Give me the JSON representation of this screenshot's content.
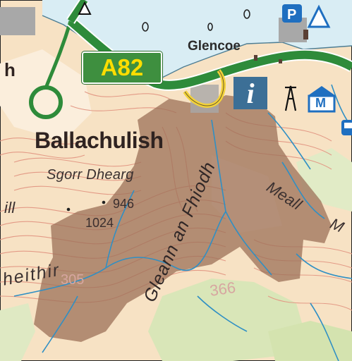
{
  "map": {
    "labels": {
      "town": "Ballachulish",
      "village": "Glencoe",
      "hill": "Sgorr Dhearg",
      "valley": "Gleann an Fhiodh",
      "ridge_right": "Meall",
      "edge_right": "M",
      "edge_left_top": "h",
      "edge_left_mid": "ill",
      "edge_left_low": "heithir",
      "spot_height_1": "946",
      "spot_height_2": "1024",
      "contour_1": "305",
      "contour_2": "366"
    },
    "road": {
      "number": "A82"
    },
    "symbols": {
      "info": "i",
      "museum": "M",
      "icons": [
        "tourist-information-icon",
        "museum-icon",
        "transmitter-icon",
        "parking-icon",
        "bus-icon",
        "viewpoint-icon"
      ]
    },
    "colors": {
      "background": "#f7e2c4",
      "water": "#d9edf4",
      "woodland": "#d9e6b8",
      "relief_shading": "#9c7058",
      "contour": "#e39a86",
      "stream": "#2f8fc4",
      "road": "#2e8b3a",
      "road_label": "#ffdd00",
      "info_box": "#3c6f96",
      "symbol_blue": "#1f6fc0"
    }
  }
}
